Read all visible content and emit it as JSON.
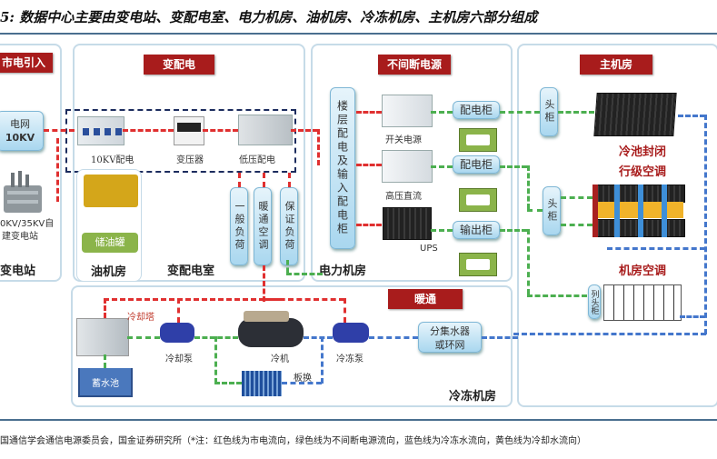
{
  "title": "5: 数据中心主要由变电站、变配电室、电力机房、油机房、冷冻机房、主机房六部分组成",
  "colors": {
    "red_line": "#e03030",
    "green_line": "#4caf50",
    "blue_line": "#4477cc",
    "tag_bg": "#a81c1c",
    "panel_border": "#c6dbe8",
    "rule": "#4a6f8f"
  },
  "substation": {
    "tag": "市电引入",
    "grid_box": "电网\n10KV",
    "grid_line1": "电网",
    "grid_line2": "10KV",
    "transformer_caption_1": "0KV/35KV自",
    "transformer_caption_2": "建变电站",
    "section_label": "变电站"
  },
  "distribution": {
    "tag": "变配电",
    "items": [
      "10KV配电",
      "变压器",
      "低压配电"
    ],
    "loads": [
      "一般负荷",
      "暖通空调",
      "保证负荷"
    ],
    "section_label": "变配电室"
  },
  "oil_room": {
    "tank": "储油罐",
    "section_label": "油机房"
  },
  "power_room": {
    "tag": "不间断电源",
    "input_cabinet": "楼层配电及输入配电柜",
    "devices": [
      "开关电源",
      "高压直流",
      "UPS"
    ],
    "outputs": [
      "配电柜",
      "配电柜",
      "输出柜"
    ],
    "section_label": "电力机房"
  },
  "main_room": {
    "tag": "主机房",
    "head_cabinet": "头柜",
    "cold_aisle_1": "冷池封闭",
    "cold_aisle_2": "行级空调",
    "crac": "机房空调",
    "row_head": "列头柜"
  },
  "cooling": {
    "tag": "暖通",
    "cooling_tower": "冷却塔",
    "cooling_pump": "冷却泵",
    "chiller": "冷机",
    "chilled_pump": "冷冻泵",
    "plate_exchanger": "板换",
    "water_tank": "蓄水池",
    "manifold": "分集水器\n或环网",
    "manifold_1": "分集水器",
    "manifold_2": "或环网",
    "section_label": "冷冻机房"
  },
  "note": "国通信学会通信电源委员会，国金证券研究所（*注：红色线为市电流向，绿色线为不间断电源流向，蓝色线为冷冻水流向，黄色线为冷却水流向）"
}
